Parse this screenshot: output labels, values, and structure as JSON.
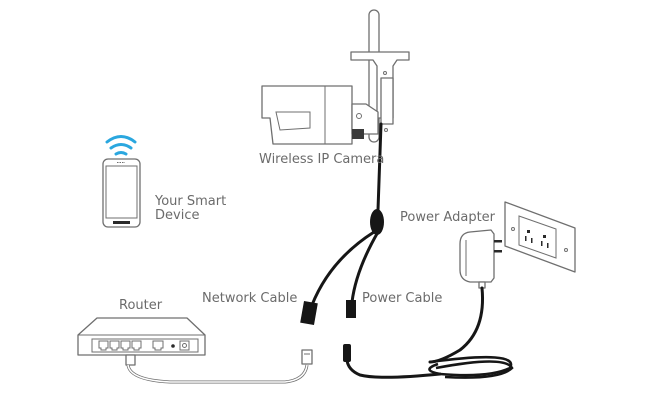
{
  "diagram": {
    "title": "Wireless IP Camera connection diagram",
    "accent_color": "#2aa7df",
    "line_color": "#6f6f6f",
    "cable_color": "#161616"
  },
  "labels": {
    "camera": "Wireless IP Camera",
    "smart_device_line1": "Your Smart",
    "smart_device_line2": "Device",
    "power_adapter": "Power Adapter",
    "router": "Router",
    "network_cable": "Network Cable",
    "power_cable": "Power Cable"
  },
  "components": [
    {
      "id": "camera",
      "icon": "bullet-camera-icon"
    },
    {
      "id": "smart-device",
      "icon": "smartphone-icon",
      "badge": "wifi-icon"
    },
    {
      "id": "router",
      "icon": "router-icon",
      "lan_ports": 4,
      "wan_ports": 1
    },
    {
      "id": "power-adapter",
      "icon": "power-adapter-icon"
    },
    {
      "id": "wall-outlet",
      "icon": "wall-outlet-icon",
      "sockets": 2
    }
  ]
}
